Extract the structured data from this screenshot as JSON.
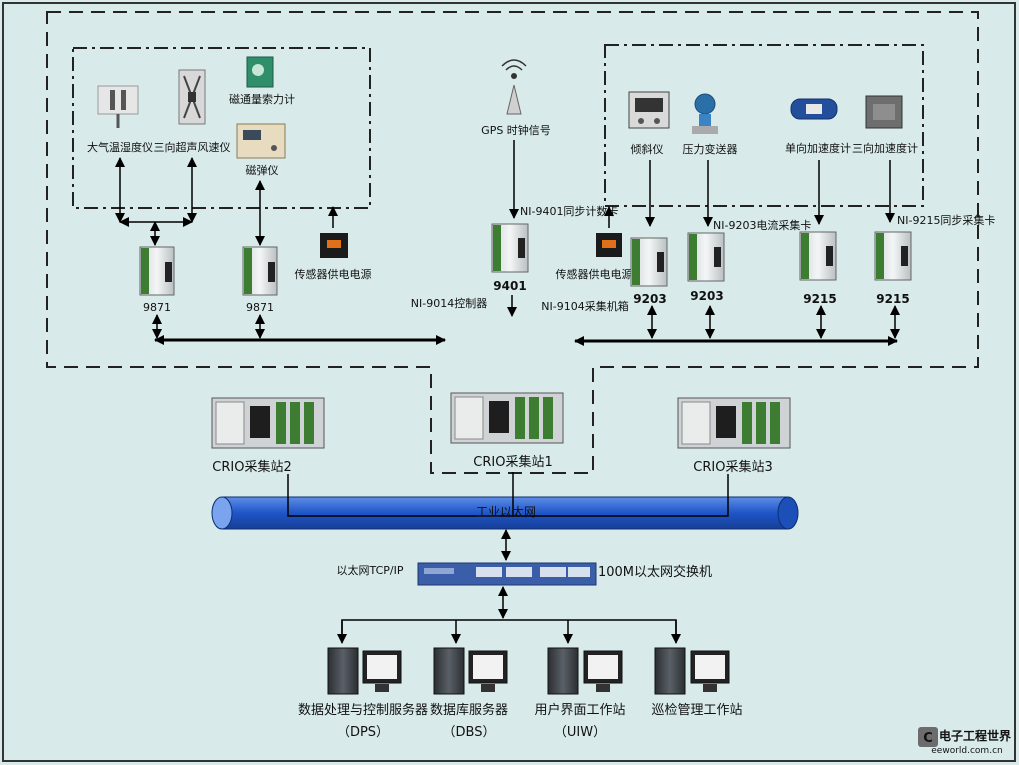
{
  "sensors_left": {
    "temp_humidity": "大气温湿度仪",
    "ultrasonic_wind": "三向超声风速仪",
    "magnetic_cable": "磁通量索力计",
    "magnetic_elastic": "磁弹仪",
    "sensor_power": "传感器供电电源"
  },
  "modules_left": {
    "m1": "9871",
    "m2": "9871"
  },
  "gps": {
    "label": "GPS 时钟信号",
    "card_label": "NI-9401同步计数卡",
    "module": "9401",
    "controller": "NI-9014控制器"
  },
  "sensors_right": {
    "inclinometer": "倾斜仪",
    "pressure": "压力变送器",
    "uni_accel": "单向加速度计",
    "tri_accel": "三向加速度计",
    "current_card": "NI-9203电流采集卡",
    "sync_card": "NI-9215同步采集卡",
    "sensor_power": "传感器供电电源",
    "chassis": "NI-9104采集机箱"
  },
  "modules_right": [
    "9203",
    "9203",
    "9215",
    "9215"
  ],
  "stations": {
    "s1": "CRIO采集站1",
    "s2": "CRIO采集站2",
    "s3": "CRIO采集站3"
  },
  "network": {
    "ethernet": "工业以太网",
    "protocol": "以太网TCP/IP",
    "switch": "100M以太网交换机"
  },
  "servers": [
    {
      "name": "数据处理与控制服务器",
      "abbr": "（DPS）"
    },
    {
      "name": "数据库服务器",
      "abbr": "（DBS）"
    },
    {
      "name": "用户界面工作站",
      "abbr": "（UIW）"
    },
    {
      "name": "巡检管理工作站",
      "abbr": ""
    }
  ],
  "watermark": {
    "brand": "电子工程世界",
    "url": "eeworld.com.cn"
  },
  "colors": {
    "background": "#d8eaea",
    "ethernet_fill": "#2a5fc4",
    "module_green": "#3c7d32"
  }
}
